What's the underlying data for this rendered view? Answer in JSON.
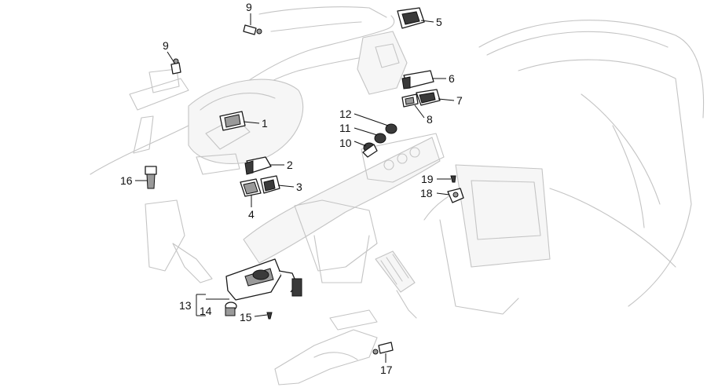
{
  "callouts": {
    "c1": "1",
    "c2": "2",
    "c3": "3",
    "c4": "4",
    "c5": "5",
    "c6": "6",
    "c7": "7",
    "c8": "8",
    "c9a": "9",
    "c9b": "9",
    "c10": "10",
    "c11": "11",
    "c12": "12",
    "c13": "13",
    "c14": "14",
    "c15": "15",
    "c16": "16",
    "c17": "17",
    "c18": "18",
    "c19": "19"
  },
  "label_colors": {
    "ink": "#111111",
    "ghost": "#c4c4c4"
  }
}
